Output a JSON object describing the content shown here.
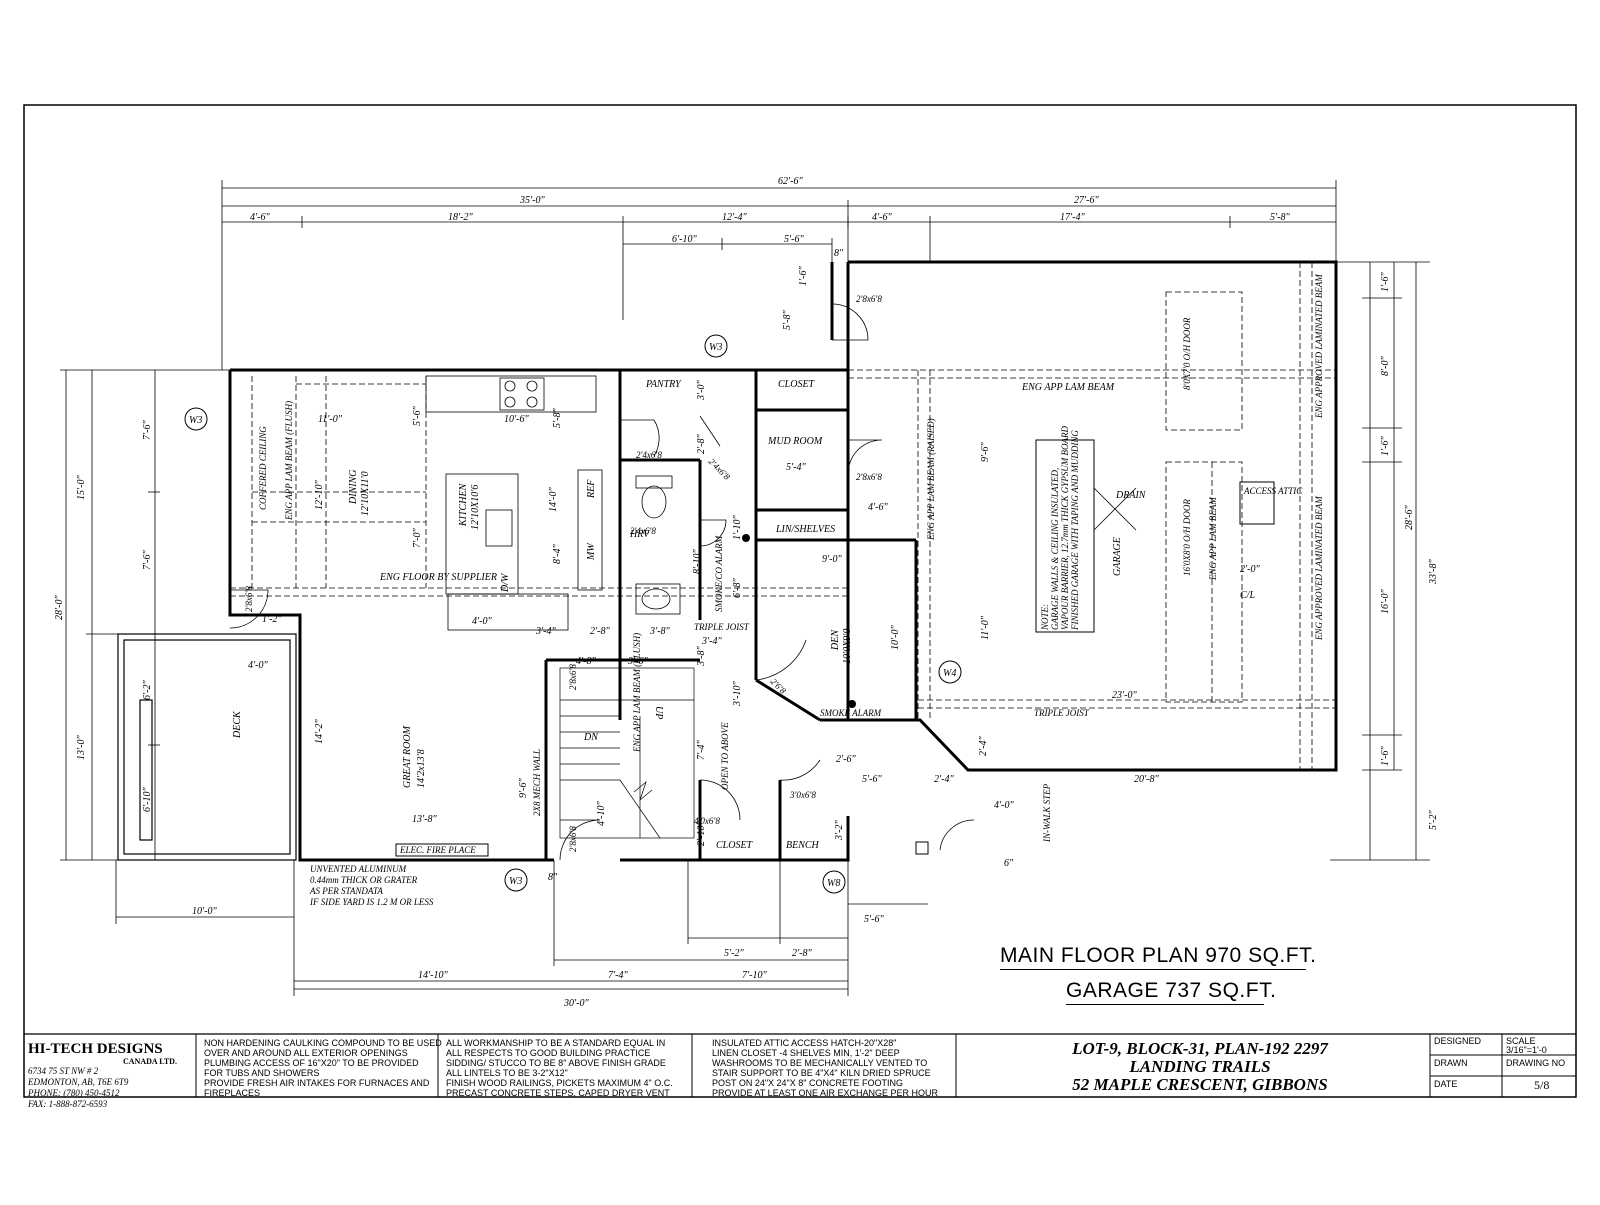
{
  "sheet": {
    "main_title": "MAIN FLOOR PLAN 970 SQ.FT.",
    "garage_title": "GARAGE 737 SQ.FT."
  },
  "rooms": {
    "great_room": "GREAT ROOM",
    "great_room_size": "14'2x13'8",
    "dining": "DINING",
    "dining_size": "12'10X11'0",
    "kitchen": "KITCHEN",
    "kitchen_size": "12'10X10'6",
    "pantry": "PANTRY",
    "closet_top": "CLOSET",
    "mud_room": "MUD ROOM",
    "lin_shelves": "LIN/SHELVES",
    "den": "DEN",
    "den_size": "10'0X9'0",
    "garage": "GARAGE",
    "deck": "DECK",
    "closet_bottom": "CLOSET",
    "bench": "BENCH",
    "ref": "REF",
    "dw": "D/W",
    "mw": "MW",
    "hrv": "HRV",
    "drain": "DRAIN",
    "access_attic": "ACCESS ATTIC",
    "cl": "C/L"
  },
  "labels": {
    "eng_floor": "ENG FLOOR BY SUPPLIER",
    "coffered_ceiling": "COFFERED CEILING",
    "eng_app_lam_beam_flush": "ENG APP LAM BEAM (FLUSH)",
    "eng_app_lam_beam_flush_2": "ENG APP LAM BEAM (FLUSH)",
    "eng_app_lam_beam_raised": "ENG APP LAM BEAM (RAISED)",
    "eng_app_lam_beam_top": "ENG APP LAM BEAM",
    "eng_app_lam_beam_garage": "ENG APP LAM BEAM",
    "eng_approved_lam_beam_1": "ENG APPROVED LAMINATED BEAM",
    "eng_approved_lam_beam_2": "ENG APPROVED LAMINATED BEAM",
    "door_8x7": "8'0X7'0 O/H DOOR",
    "door_16x8": "16'0X8'0 O/H DOOR",
    "triple_joist": "TRIPLE JOIST",
    "triple_joist_2": "TRIPLE JOIST",
    "smoke_alarm_1": "SMOKE/CO ALARM",
    "smoke_alarm_2": "SMOKE ALARM",
    "open_to_above": "OPEN TO ABOVE",
    "up": "UP",
    "dn": "DN",
    "mech_wall": "2X8 MECH WALL",
    "elec_fireplace": "ELEC. FIRE PLACE",
    "in_walk_step": "IN-WALK STEP",
    "garage_note_title": "NOTE:",
    "garage_note_1": "GARAGE WALLS & CEILING INSULATED,",
    "garage_note_2": "VAPOUR BARRIER, 12.7mm THICK GYPSUM BOARD",
    "garage_note_3": "FINISHED GARAGE WITH TAPING AND MUDDING",
    "alum_1": "UNVENTED ALUMINUM",
    "alum_2": "0.44mm THICK OR GRATER",
    "alum_3": "AS PER STANDATA",
    "alum_4": "IF SIDE YARD IS 1.2 M OR LESS"
  },
  "windows": [
    "W3",
    "W3",
    "W3",
    "W4",
    "W8"
  ],
  "doors": [
    "2'8x6'8",
    "2'4x6'8",
    "2'4x6'8",
    "2'8x6'8",
    "2'4x6'8",
    "2'8x6'8",
    "2'8x6'8",
    "2'6'8",
    "3'0x6'8",
    "4'0x6'8",
    "2'8x6'8"
  ],
  "dimensions": {
    "top_overall": "62'-6\"",
    "top_left": "35'-0\"",
    "top_right": "27'-6\"",
    "t1": "4'-6\"",
    "t2": "18'-2\"",
    "t3": "12'-4\"",
    "t4": "4'-6\"",
    "t5": "17'-4\"",
    "t6": "5'-8\"",
    "t7": "6'-10\"",
    "t8": "5'-6\"",
    "t9": "8\"",
    "left_15": "15'-0\"",
    "left_28": "28'-0\"",
    "left_13": "13'-0\"",
    "left_7a": "7'-6\"",
    "left_7b": "7'-6\"",
    "left_6a": "6'-2\"",
    "left_6b": "6'-10\"",
    "right_33": "33'-8\"",
    "right_28": "28'-6\"",
    "right_16": "16'-0\"",
    "right_8": "8'-0\"",
    "right_1a": "1'-6\"",
    "right_1b": "1'-6\"",
    "right_1c": "1'-6\"",
    "right_5": "5'-2\"",
    "bot_30": "30'-0\"",
    "bot_14": "14'-10\"",
    "bot_7a": "7'-4\"",
    "bot_7b": "7'-10\"",
    "bot_5a": "5'-2\"",
    "bot_2": "2'-8\"",
    "bot_5b": "5'-6\"",
    "bot_10": "10'-0\"",
    "in_11": "11'-0\"",
    "in_10_6": "10'-6\"",
    "in_12_10": "12'-10\"",
    "in_7_0": "7'-0\"",
    "in_5_6": "5'-6\"",
    "in_5_8": "5'-8\"",
    "in_14_0": "14'-0\"",
    "in_8_4": "8'-4\"",
    "in_4_0a": "4'-0\"",
    "in_4_0b": "4'-0\"",
    "in_3_4": "3'-4\"",
    "in_2_8": "2'-8\"",
    "in_3_8": "3'-8\"",
    "in_3_6": "3'-6\"",
    "in_4_8": "4'-8\"",
    "in_14_2": "14'-2\"",
    "in_13_8": "13'-8\"",
    "in_9_6": "9'-6\"",
    "in_4_10": "4'-10\"",
    "in_1_21": "1'-2\"",
    "in_3_0": "3'-0\"",
    "in_2_8b": "2'-8\"",
    "in_1_6": "1'-6\"",
    "in_5_8b": "5'-8\"",
    "in_5_4": "5'-4\"",
    "in_4_6": "4'-6\"",
    "in_1_10": "1'-10\"",
    "in_8_10": "8'-10\"",
    "in_6_8": "6'-8\"",
    "in_9_0": "9'-0\"",
    "in_10_0": "10'-0\"",
    "in_3_4b": "3'-4\"",
    "in_3_8b": "3'-8\"",
    "in_3_10": "3'-10\"",
    "in_7_4": "7'-4\"",
    "in_2_6": "2'-6\"",
    "in_5_6b": "5'-6\"",
    "in_2_4": "2'-4\"",
    "in_2_4b": "2'-4\"",
    "in_4_0c": "4'-0\"",
    "in_3_2": "3'-2\"",
    "in_2_10": "2'-10\"",
    "in_20_8": "20'-8\"",
    "in_23_0": "23'-0\"",
    "in_11_0": "11'-0\"",
    "in_9_6b": "9'-6\"",
    "in_2_0": "2'-0\"",
    "in_8b": "8\"",
    "in_6": "6\""
  },
  "title_block": {
    "company": "HI-TECH DESIGNS",
    "company_sub": "CANADA LTD.",
    "address_1": "6734 75 ST NW # 2",
    "address_2": "EDMONTON, AB, T6E 6T9",
    "phone": "PHONE: (780) 450-4512",
    "fax": "FAX: 1-888-872-6593",
    "notes_col1": [
      "NON HARDENING CAULKING COMPOUND TO BE USED",
      "OVER AND AROUND ALL EXTERIOR OPENINGS",
      "PLUMBING ACCESS OF 16\"X20\" TO BE PROVIDED",
      "FOR TUBS AND SHOWERS",
      "PROVIDE FRESH AIR INTAKES FOR FURNACES AND",
      "FIREPLACES"
    ],
    "notes_col2": [
      "ALL WORKMANSHIP TO BE A STANDARD EQUAL IN",
      "ALL RESPECTS TO GOOD BUILDING PRACTICE",
      "SIDDING/ STUCCO TO BE 8\" ABOVE FINISH GRADE",
      "ALL LINTELS TO BE 3-2\"X12\"",
      "FINISH WOOD RAILINGS, PICKETS MAXIMUM 4\" O.C.",
      "PRECAST CONCRETE STEPS, CAPED DRYER VENT"
    ],
    "notes_col3": [
      "INSULATED ATTIC ACCESS HATCH-20\"X28\"",
      "LINEN CLOSET -4 SHELVES MIN, 1'-2\" DEEP",
      "WASHROOMS TO BE MECHANICALLY VENTED TO",
      "STAIR SUPPORT TO BE 4\"X4\" KILN DRIED SPRUCE",
      "POST ON 24\"X 24\"X 8\" CONCRETE FOOTING",
      "PROVIDE AT LEAST ONE AIR EXCHANGE PER HOUR"
    ],
    "project_1": "LOT-9, BLOCK-31, PLAN-192 2297",
    "project_2": "LANDING TRAILS",
    "project_3": "52 MAPLE CRESCENT, GIBBONS",
    "designed_label": "DESIGNED",
    "scale_label": "SCALE",
    "scale_value": "3/16\"=1'-0",
    "drawn_label": "DRAWN",
    "drawing_no_label": "DRAWING NO",
    "date_label": "DATE",
    "drawing_no": "5/8"
  }
}
